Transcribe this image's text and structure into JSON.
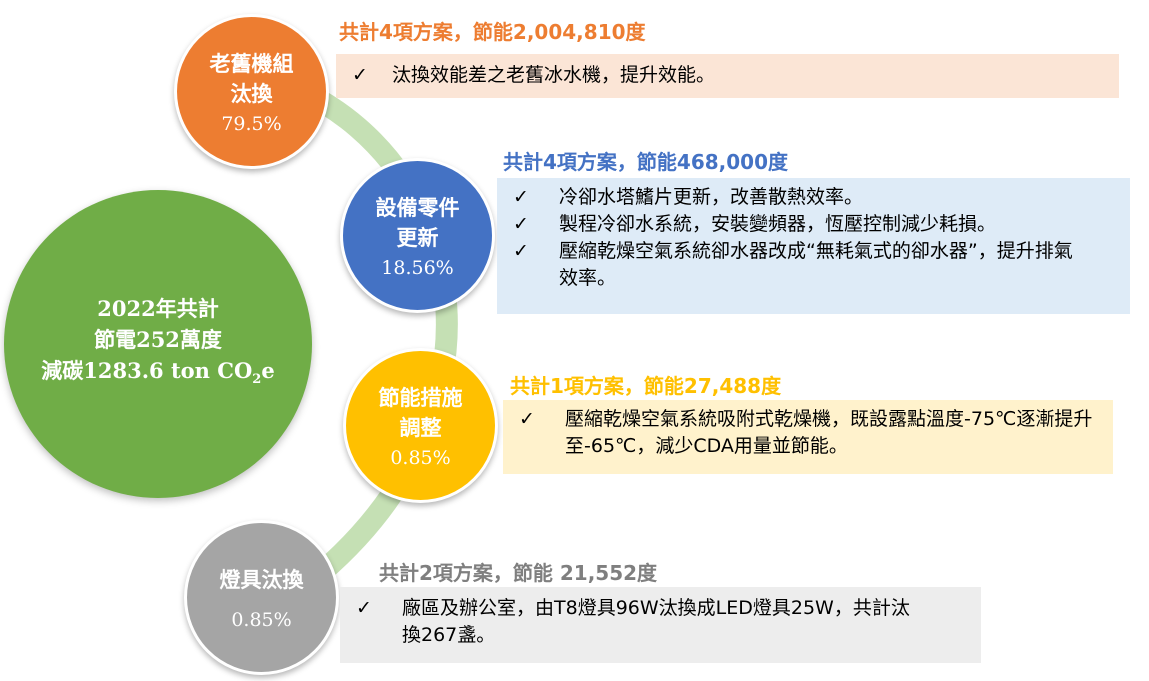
{
  "summary": {
    "line1": "2022年共計",
    "line2": "節電252萬度",
    "line3_prefix": "減碳1283.6 ton CO",
    "line3_sub": "2",
    "line3_suffix": "e"
  },
  "categories": [
    {
      "name_line1": "老舊機組",
      "name_line2": "汰換",
      "percent": "79.5%",
      "heading": "共計4項方案，節能2,004,810度",
      "items": [
        "汰換效能差之老舊冰水機，提升效能。"
      ],
      "color": "#ed7d31"
    },
    {
      "name_line1": "設備零件",
      "name_line2": "更新",
      "percent": "18.56%",
      "heading": "共計4項方案，節能468,000度",
      "items": [
        "冷卻水塔鰭片更新，改善散熱效率。",
        "製程冷卻水系統，安裝變頻器，恆壓控制減少耗損。",
        "壓縮乾燥空氣系統卻水器改成“無耗氣式的卻水器”，提升排氣效率。"
      ],
      "color": "#4472c4"
    },
    {
      "name_line1": "節能措施",
      "name_line2": "調整",
      "percent": "0.85%",
      "heading": "共計1項方案，節能27,488度",
      "items": [
        "壓縮乾燥空氣系統吸附式乾燥機，既設露點溫度-75℃逐漸提升至-65℃，減少CDA用量並節能。"
      ],
      "color": "#ffc000"
    },
    {
      "name_line1": "燈具汰換",
      "percent": "0.85%",
      "heading": "共計2項方案，節能 21,552度",
      "items": [
        "廠區及辦公室，由T8燈具96W汰換成LED燈具25W，共計汰換267盞。"
      ],
      "color": "#a5a5a5"
    }
  ],
  "check_mark": "✓",
  "colors": {
    "summary": "#70ad47",
    "arc": "#c5e0b4"
  }
}
